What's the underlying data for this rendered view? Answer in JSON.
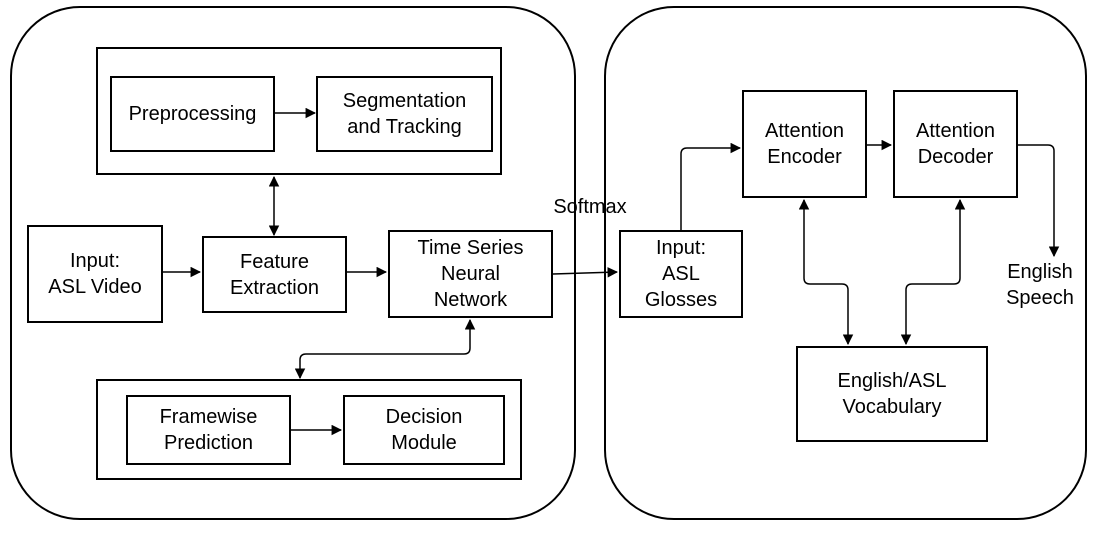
{
  "nodes": {
    "preprocessing": "Preprocessing",
    "segmentation": "Segmentation\nand Tracking",
    "input_video": "Input:\nASL Video",
    "feature_extraction": "Feature\nExtraction",
    "time_series": "Time Series\nNeural\nNetwork",
    "framewise": "Framewise\nPrediction",
    "decision": "Decision\nModule",
    "input_glosses": "Input:\nASL\nGlosses",
    "attention_encoder": "Attention\nEncoder",
    "attention_decoder": "Attention\nDecoder",
    "vocabulary": "English/ASL\nVocabulary"
  },
  "labels": {
    "softmax": "Softmax",
    "english_speech": "English\nSpeech"
  }
}
